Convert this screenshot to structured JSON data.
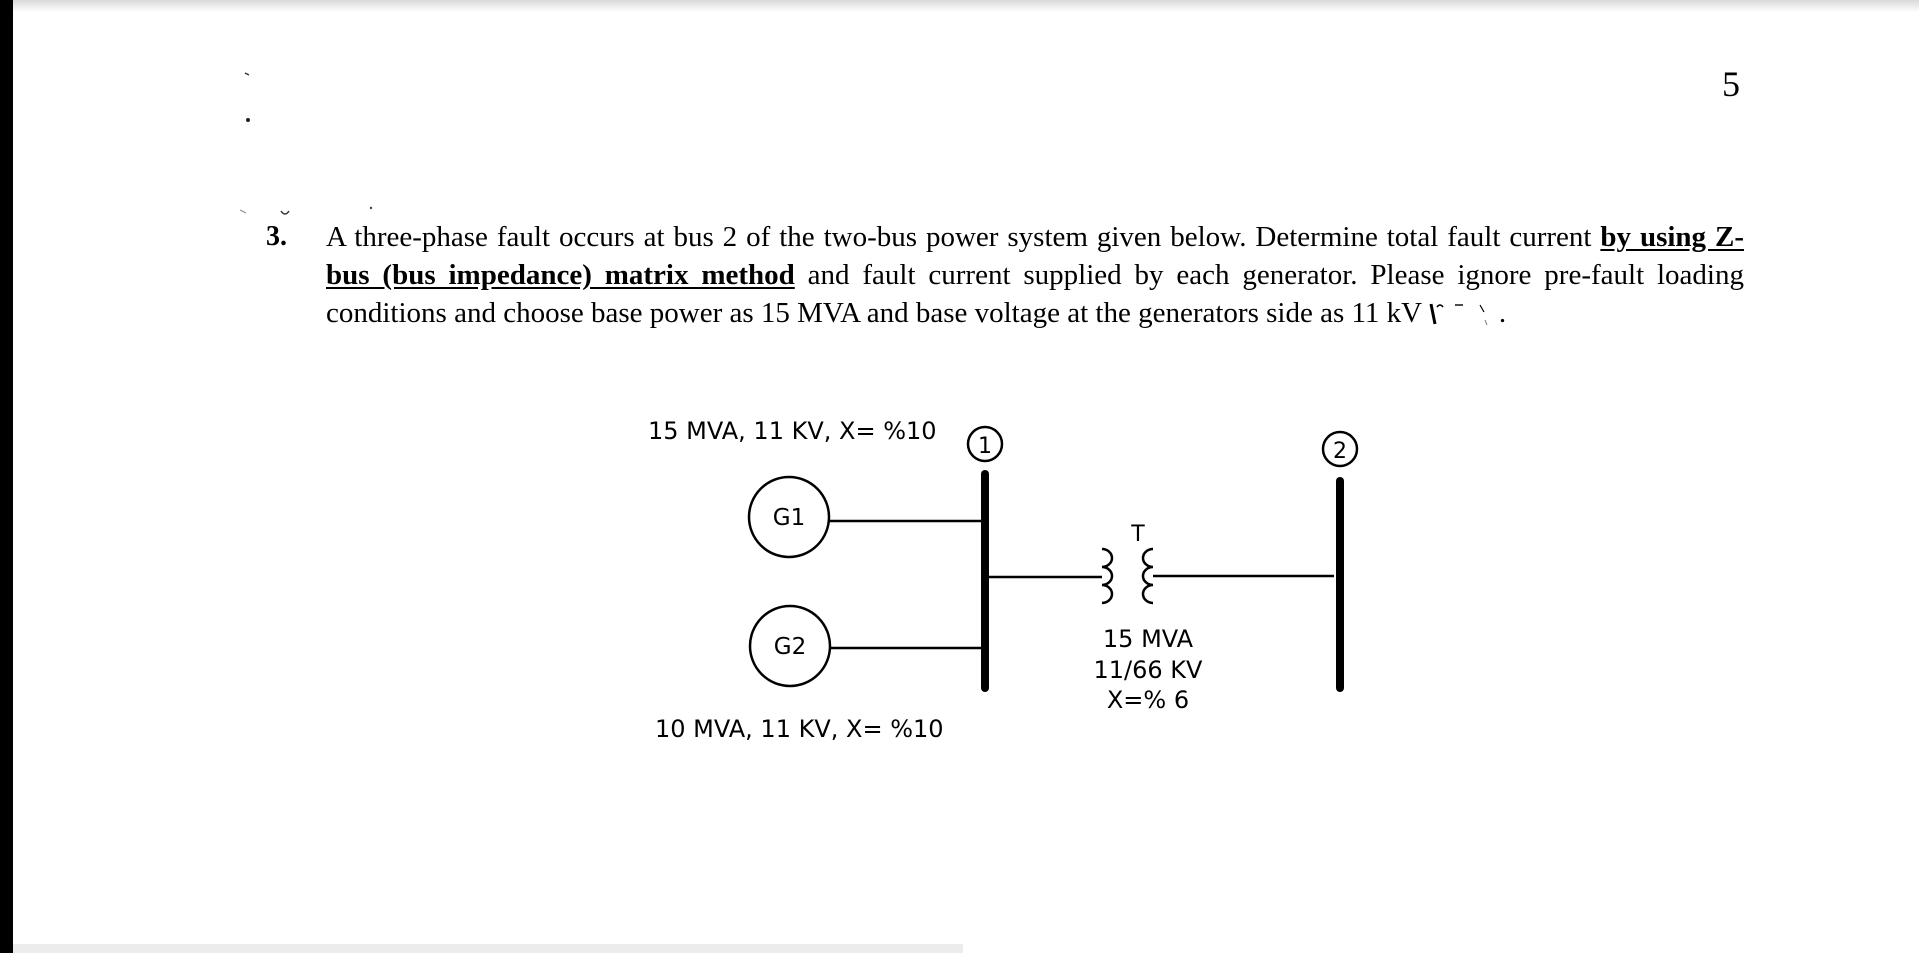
{
  "page": {
    "number": "5"
  },
  "question": {
    "number": "3.",
    "text_before": "A three-phase fault occurs at bus 2 of the two-bus power system given below. Determine total fault current ",
    "emphasis": "by using Z-bus (bus impedance) matrix method",
    "text_after": " and fault current supplied by each generator. Please ignore pre-fault loading conditions and choose base power as 15 MVA and base voltage at the generators side as 11 kV ",
    "text_end": "."
  },
  "diagram": {
    "g1": {
      "label": "G1",
      "rating": "15 MVA, 11 KV, X= %10"
    },
    "g2": {
      "label": "G2",
      "rating": "10 MVA, 11 KV, X= %10"
    },
    "bus1": {
      "label": "1"
    },
    "bus2": {
      "label": "2"
    },
    "transformer": {
      "label": "T",
      "rating_line1": "15 MVA",
      "rating_line2": "11/66 KV",
      "rating_line3": "X=% 6"
    }
  }
}
